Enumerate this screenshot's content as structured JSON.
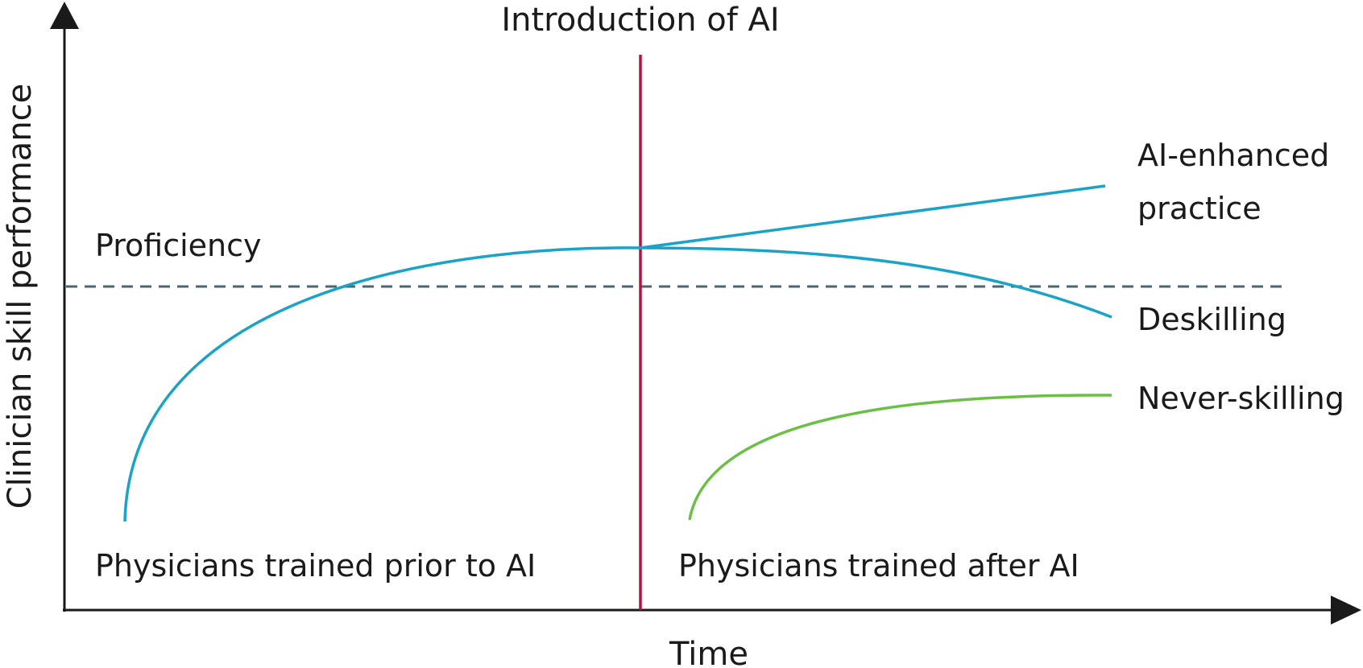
{
  "axes": {
    "y_label": "Clinician skill performance",
    "x_label": "Time"
  },
  "labels": {
    "introduction": "Introduction of AI",
    "proficiency": "Proficiency",
    "ai_enhanced_line1": "AI-enhanced",
    "ai_enhanced_line2": "practice",
    "deskilling": "Deskilling",
    "never_skilling": "Never-skilling",
    "trained_prior": "Physicians trained prior to AI",
    "trained_after": "Physicians trained after AI"
  },
  "colors": {
    "axis": "#1a1a1a",
    "curve_blue": "#1aa3c7",
    "curve_green": "#6cbf45",
    "intro_line": "#b5123e",
    "proficiency_dash": "#4a6672"
  }
}
